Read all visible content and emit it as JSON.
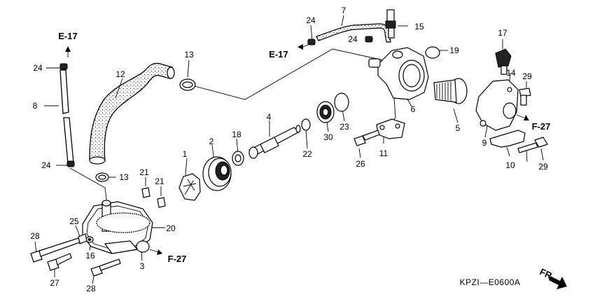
{
  "diagram_code": "KPZI—E0600A",
  "front_arrow_label": "FR.",
  "references": {
    "e17_left": "E-17",
    "e17_center": "E-17",
    "f27_bottom": "F-27",
    "f27_right": "F-27"
  },
  "callouts": {
    "c1": "1",
    "c2": "2",
    "c3": "3",
    "c4": "4",
    "c5": "5",
    "c6": "6",
    "c7": "7",
    "c8": "8",
    "c9": "9",
    "c10": "10",
    "c11": "11",
    "c12": "12",
    "c13a": "13",
    "c13b": "13",
    "c14": "14",
    "c15": "15",
    "c16": "16",
    "c17": "17",
    "c18": "18",
    "c19": "19",
    "c20": "20",
    "c21a": "21",
    "c21b": "21",
    "c22": "22",
    "c23": "23",
    "c24a": "24",
    "c24b": "24",
    "c24c": "24",
    "c24d": "24",
    "c25": "25",
    "c26": "26",
    "c27": "27",
    "c28a": "28",
    "c28b": "28",
    "c29a": "29",
    "c29b": "29",
    "c30": "30"
  }
}
